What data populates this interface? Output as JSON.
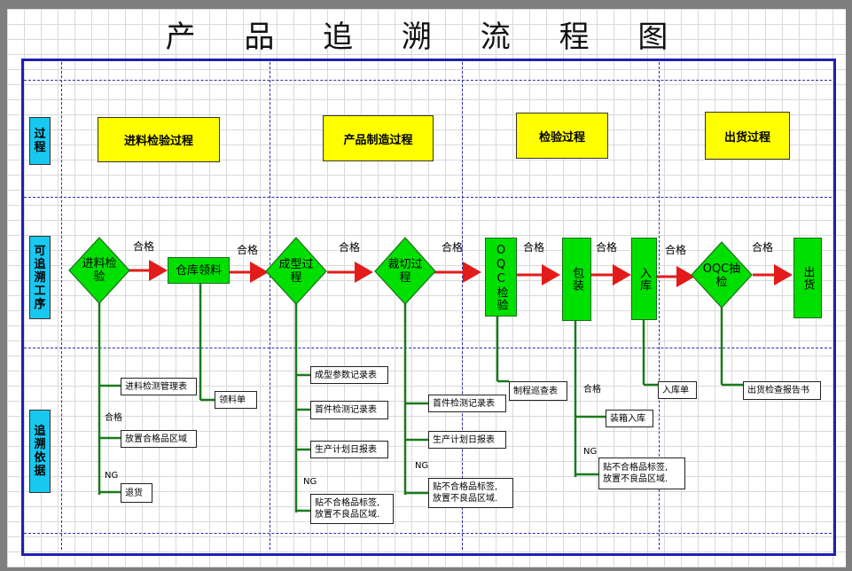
{
  "title": "产 品 追 溯 流 程 图",
  "row_labels": [
    "过程",
    "可追溯工序",
    "追溯依据"
  ],
  "phases": [
    "进料检验过程",
    "产品制造过程",
    "检验过程",
    "出货过程"
  ],
  "steps": {
    "incoming_inspection": "进料检验",
    "warehouse_pick": "仓库领料",
    "forming": "成型过程",
    "cutting": "裁切过程",
    "oqc_inspection": "OQC检验",
    "packing": "包装",
    "warehousing": "入库",
    "oqc_sampling": "OQC抽检",
    "shipping": "出货"
  },
  "flow_pass_label": "合格",
  "docs": {
    "incoming_record": "进料检测管理表",
    "pass_area": "放置合格品区域",
    "return": "退货",
    "pick_list": "领料单",
    "forming_params": "成型参数记录表",
    "forming_first_piece": "首件检测记录表",
    "forming_plan": "生产计划日报表",
    "forming_ng": [
      "贴不合格品标签,",
      "放置不良品区域."
    ],
    "cutting_first_piece": "首件检测记录表",
    "cutting_plan": "生产计划日报表",
    "cutting_ng": [
      "贴不合格品标签,",
      "放置不良品区域."
    ],
    "patrol_check": "制程巡查表",
    "box_warehousing": "装箱入库",
    "packing_ng": [
      "贴不合格品标签,",
      "放置不良品区域."
    ],
    "warehouse_slip": "入库单",
    "shipping_report": "出货检查报告书"
  },
  "labels": {
    "pass": "合格",
    "ng": "NG"
  },
  "colors": {
    "row_label_fill": "#19c8ef",
    "phase_fill": "#ffff00",
    "step_fill": "#00e000",
    "flow_arrow": "#e31b1b",
    "trace_line": "#1a7a1a",
    "frame": "#1f1fb4"
  }
}
